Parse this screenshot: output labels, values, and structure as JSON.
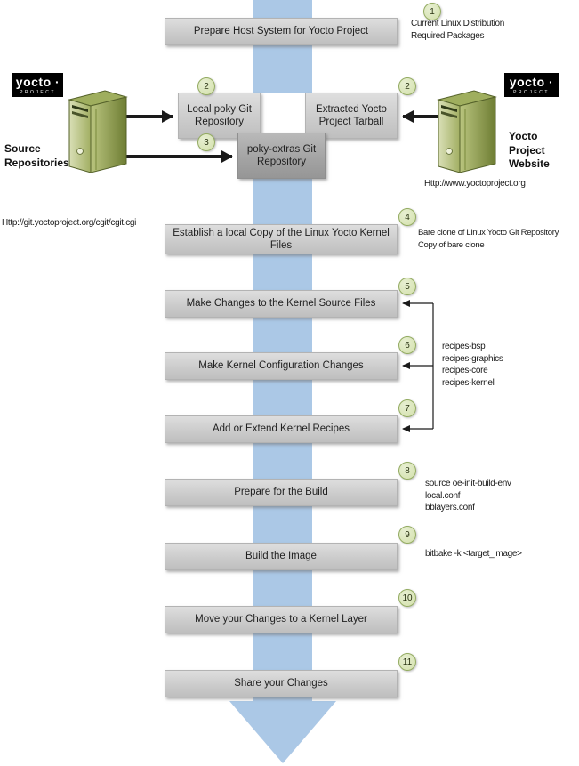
{
  "steps": {
    "prepare_host": {
      "num": "1",
      "label": "Prepare Host System for Yocto Project"
    },
    "local_poky": {
      "num": "2",
      "label": "Local poky Git Repository"
    },
    "extracted_tarball": {
      "num": "2",
      "label": "Extracted Yocto Project Tarball"
    },
    "poky_extras": {
      "num": "3",
      "label": "poky-extras Git Repository"
    },
    "establish_copy": {
      "num": "4",
      "label": "Establish a local Copy of the Linux Yocto Kernel Files"
    },
    "make_source_changes": {
      "num": "5",
      "label": "Make Changes to the Kernel Source Files"
    },
    "make_config_changes": {
      "num": "6",
      "label": "Make Kernel Configuration Changes"
    },
    "extend_recipes": {
      "num": "7",
      "label": "Add or Extend Kernel Recipes"
    },
    "prepare_build": {
      "num": "8",
      "label": "Prepare for the Build"
    },
    "build_image": {
      "num": "9",
      "label": "Build the Image"
    },
    "move_to_layer": {
      "num": "10",
      "label": "Move your Changes to a Kernel Layer"
    },
    "share_changes": {
      "num": "11",
      "label": "Share your Changes"
    }
  },
  "annotations": {
    "step1": [
      "Current Linux Distribution",
      "Required Packages"
    ],
    "step4": [
      "Bare clone of Linux Yocto Git Repository",
      "Copy of bare clone"
    ],
    "step6": [
      "recipes-bsp",
      "recipes-graphics",
      "recipes-core",
      "recipes-kernel"
    ],
    "step8": [
      "source oe-init-build-env",
      "local.conf",
      "bblayers.conf"
    ],
    "step9": [
      "bitbake -k <target_image>"
    ]
  },
  "labels": {
    "source_repositories": "Source Repositories",
    "yocto_website": "Yocto Project Website",
    "website_url": "Http://www.yoctoproject.org",
    "git_url": "Http://git.yoctoproject.org/cgit/cgit.cgi"
  },
  "logo": {
    "wordmark": "yocto ·",
    "subtext": "PROJECT"
  },
  "colors": {
    "flow_arrow": "#abc8e6",
    "step_box": "#cfcfcf",
    "dark_box": "#a6a6a6",
    "badge_fill": "#d8e4bd",
    "badge_border": "#93ab61",
    "connector": "#1a1a1a"
  }
}
